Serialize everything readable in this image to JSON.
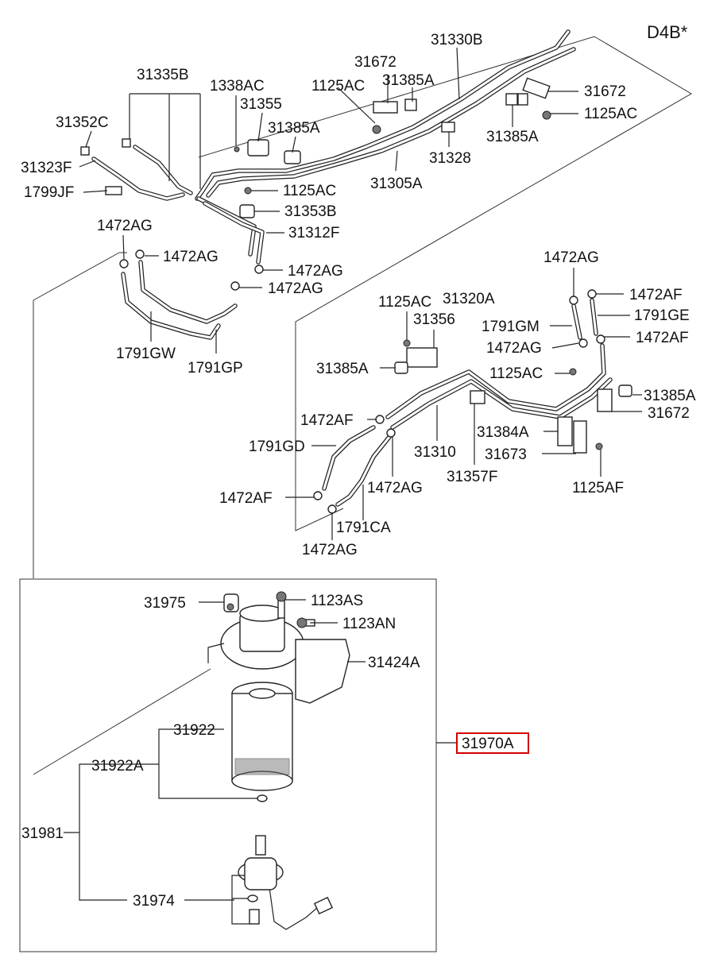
{
  "engine_code": "D4B*",
  "labels": {
    "p31330B": "31330B",
    "p31335B": "31335B",
    "p31672_top": "31672",
    "p1338AC": "1338AC",
    "p1125AC_a": "1125AC",
    "p31385A_a": "31385A",
    "p31355": "31355",
    "p31672_right": "31672",
    "p31352C": "31352C",
    "p31385A_b": "31385A",
    "p1125AC_b": "1125AC",
    "p31385A_c": "31385A",
    "p31323F": "31323F",
    "p31328": "31328",
    "p31305A": "31305A",
    "p1799JF": "1799JF",
    "p1125AC_c": "1125AC",
    "p31353B": "31353B",
    "p1472AG_a": "1472AG",
    "p31312F": "31312F",
    "p1472AG_b": "1472AG",
    "p1472AG_c": "1472AG",
    "p1472AG_d": "1472AG",
    "p1472AG_e": "1472AG",
    "p1472AF_a": "1472AF",
    "p1125AC_d": "1125AC",
    "p31320A": "31320A",
    "p1791GE": "1791GE",
    "p31356": "31356",
    "p1791GM": "1791GM",
    "p1472AF_b": "1472AF",
    "p1791GW": "1791GW",
    "p1472AG_f": "1472AG",
    "p1791GP": "1791GP",
    "p31385A_d": "31385A",
    "p1125AC_e": "1125AC",
    "p31385A_e": "31385A",
    "p1472AF_c": "1472AF",
    "p31672_low": "31672",
    "p31384A": "31384A",
    "p1791GD": "1791GD",
    "p31310": "31310",
    "p31673": "31673",
    "p31357F": "31357F",
    "p1472AF_d": "1472AF",
    "p1472AG_g": "1472AG",
    "p1125AF": "1125AF",
    "p1791CA": "1791CA",
    "p1472AG_h": "1472AG",
    "p31975": "31975",
    "p1123AS": "1123AS",
    "p1123AN": "1123AN",
    "p31424A": "31424A",
    "p31922": "31922",
    "p31970A": "31970A",
    "p31922A": "31922A",
    "p31981": "31981",
    "p31974": "31974"
  },
  "colors": {
    "highlight": "#d40000",
    "ink": "#222222"
  }
}
